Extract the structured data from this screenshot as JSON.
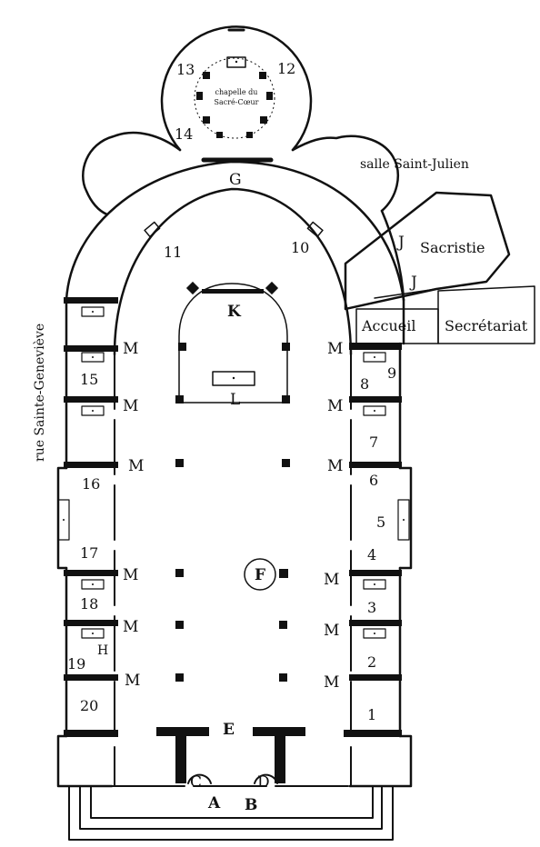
{
  "labels": {
    "chapel": [
      "chapelle du",
      "Sacré-Cœur"
    ],
    "salle": "salle Saint-Julien",
    "sacristie": "Sacristie",
    "accueil": "Accueil",
    "secretariat": "Secrétariat",
    "street": "rue Sainte-Geneviève"
  },
  "letters": {
    "A": "A",
    "B": "B",
    "C": "C",
    "D": "D",
    "E": "E",
    "F": "F",
    "G": "G",
    "H": "H",
    "J1": "J",
    "J2": "J",
    "K": "K",
    "L": "L",
    "M": "M"
  },
  "chapels": [
    "1",
    "2",
    "3",
    "4",
    "5",
    "6",
    "7",
    "8",
    "9",
    "10",
    "11",
    "12",
    "13",
    "14",
    "15",
    "16",
    "17",
    "18",
    "19",
    "20"
  ]
}
